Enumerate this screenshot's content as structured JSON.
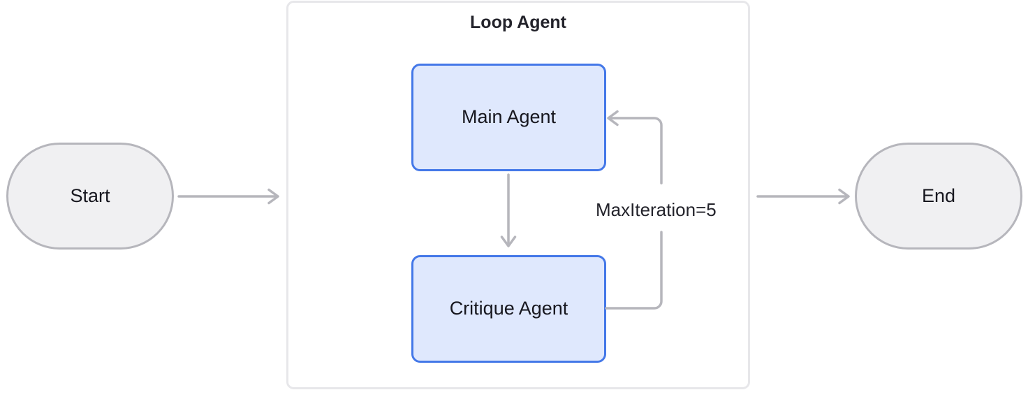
{
  "diagram": {
    "type": "flowchart",
    "direction": "left-to-right",
    "background": "#ffffff",
    "nodes": [
      {
        "id": "start",
        "label": "Start",
        "shape": "stadium",
        "fill": "#f0f0f2",
        "stroke": "#b6b6bc",
        "text_color": "#17171f"
      },
      {
        "id": "main_agent",
        "label": "Main Agent",
        "shape": "rounded-rect",
        "fill": "#dfe8fd",
        "stroke": "#4478e8",
        "text_color": "#17171f"
      },
      {
        "id": "critique_agent",
        "label": "Critique Agent",
        "shape": "rounded-rect",
        "fill": "#dfe8fd",
        "stroke": "#4478e8",
        "text_color": "#17171f"
      },
      {
        "id": "end",
        "label": "End",
        "shape": "stadium",
        "fill": "#f0f0f2",
        "stroke": "#b6b6bc",
        "text_color": "#17171f"
      }
    ],
    "groups": [
      {
        "id": "loop_agent_group",
        "title": "Loop Agent",
        "stroke": "#e7e7ea",
        "fill": "#ffffff",
        "contains": [
          "main_agent",
          "critique_agent"
        ]
      }
    ],
    "edges": [
      {
        "id": "e1",
        "from": "start",
        "to": "loop_agent_group",
        "label": "",
        "arrowhead": "open",
        "color": "#b6b6bc"
      },
      {
        "id": "e2",
        "from": "main_agent",
        "to": "critique_agent",
        "label": "",
        "arrowhead": "open",
        "color": "#b6b6bc"
      },
      {
        "id": "e3",
        "from": "critique_agent",
        "to": "main_agent",
        "label": "MaxIteration=5",
        "arrowhead": "open",
        "color": "#b6b6bc"
      },
      {
        "id": "e4",
        "from": "loop_agent_group",
        "to": "end",
        "label": "",
        "arrowhead": "open",
        "color": "#b6b6bc"
      }
    ],
    "edge_labels": {
      "loop_back": "MaxIteration=5"
    }
  }
}
